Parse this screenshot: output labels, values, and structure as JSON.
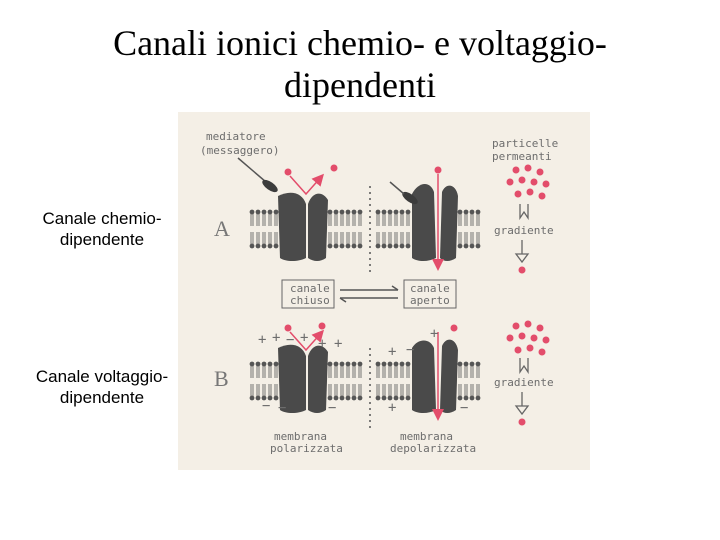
{
  "slide": {
    "title_line1": "Canali ionici chemio- e voltaggio-",
    "title_line2": "dipendenti"
  },
  "labels": {
    "chemio_line1": "Canale chemio-",
    "chemio_line2": "dipendente",
    "voltage_line1": "Canale voltaggio-",
    "voltage_line2": "dipendente"
  },
  "figure": {
    "letter_a": "A",
    "letter_b": "B",
    "mediator_line1": "mediatore",
    "mediator_line2": "(messaggero)",
    "particles_line1": "particelle",
    "particles_line2": "permeanti",
    "gradient_a": "gradiente",
    "gradient_b": "gradiente",
    "closed_line1": "canale",
    "closed_line2": "chiuso",
    "open_line1": "canale",
    "open_line2": "aperto",
    "membrane_left_line1": "membrana",
    "membrane_left_line2": "polarizzata",
    "membrane_right_line1": "membrana",
    "membrane_right_line2": "depolarizzata",
    "plus_sign": "+",
    "minus_sign": "−",
    "colors": {
      "ion": "#e34d6b",
      "protein": "#4a4a4a",
      "lipid": "#555555",
      "background": "#f4efe6"
    }
  }
}
